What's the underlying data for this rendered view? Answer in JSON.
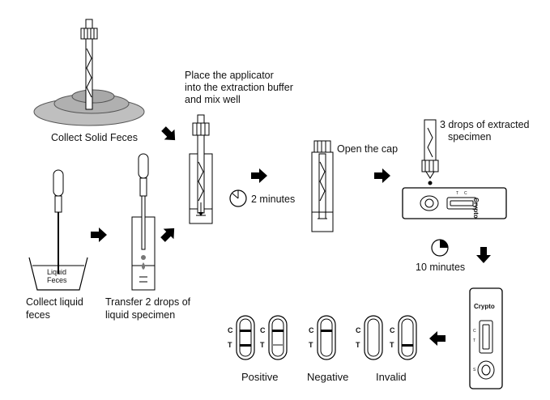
{
  "steps": {
    "collect_solid": "Collect Solid Feces",
    "collect_liquid_line1": "Collect liquid",
    "collect_liquid_line2": "feces",
    "liquid_feces_line1": "Liquid",
    "liquid_feces_line2": "Feces",
    "transfer_line1": "Transfer 2 drops of",
    "transfer_line2": "liquid specimen",
    "place_line1": "Place the applicator",
    "place_line2": "into the extraction buffer",
    "place_line3": "and mix well",
    "two_minutes": "2 minutes",
    "open_cap": "Open the cap",
    "three_drops_line1": "3 drops of extracted",
    "three_drops_line2": "specimen",
    "ten_minutes": "10 minutes"
  },
  "cassette": {
    "brand": "Crypto",
    "mark_t": "T",
    "mark_c": "C",
    "mark_s": "S"
  },
  "results": {
    "positive": "Positive",
    "negative": "Negative",
    "invalid": "Invalid",
    "c": "C",
    "t": "T"
  }
}
